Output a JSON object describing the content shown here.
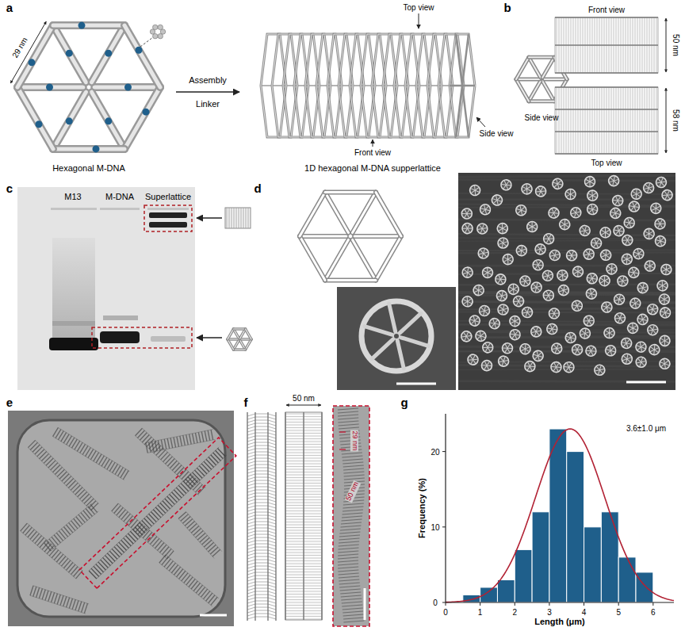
{
  "diagram": {
    "labels": [
      "a",
      "29 nm",
      "Hexagonal M-DNA",
      "Assembly",
      "Linker",
      "Top view",
      "Side view",
      "Front view",
      "1D hexagonal M-DNA supperlattice",
      "b",
      "Front view",
      "50 nm",
      "Side view",
      "58 nm",
      "Top view",
      "c",
      "M13",
      "M-DNA",
      "Superlattice",
      "d",
      "e",
      "f",
      "50 nm",
      "29 nm",
      "50 nm",
      "g",
      "3.6±1.0 μm",
      "Frequency (%)",
      "Length (μm)",
      "0",
      "1",
      "2",
      "3",
      "4",
      "5",
      "6",
      "0",
      "10",
      "20"
    ]
  }
}
